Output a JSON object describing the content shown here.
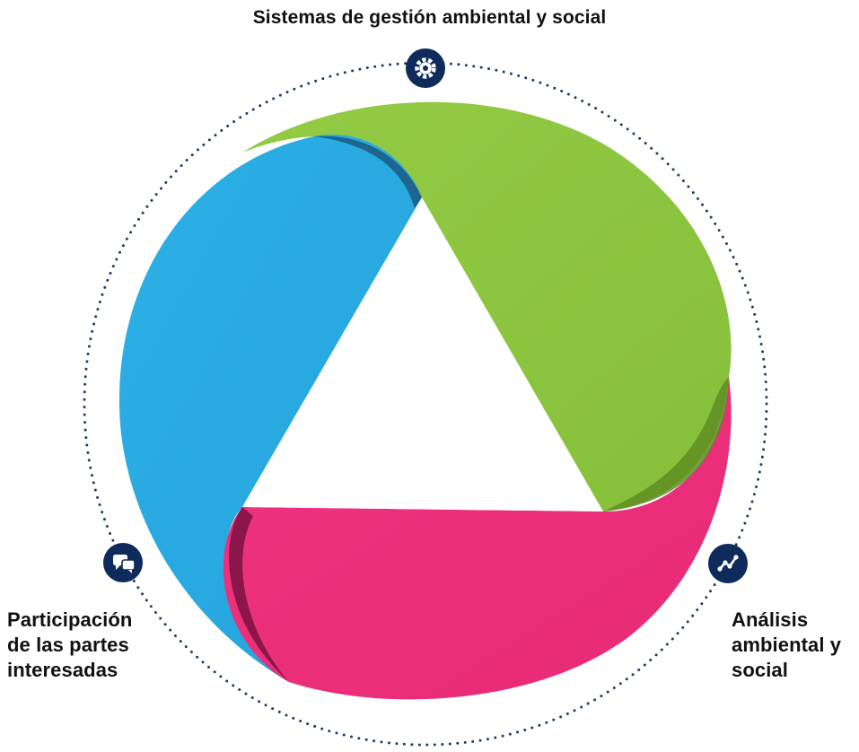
{
  "labels": {
    "top": "Sistemas de gestión ambiental y social",
    "left": [
      "Participación",
      "de las partes",
      "interesadas"
    ],
    "right": [
      "Análisis",
      "ambiental y",
      "social"
    ]
  },
  "icons": {
    "top": "gear-icon",
    "left": "chat-bubbles-icon",
    "right": "line-chart-icon"
  },
  "colors": {
    "green": "#8DC63F",
    "blue": "#29ABE2",
    "pink": "#EC2F7B",
    "icon_bg": "#0F2B5B",
    "dots": "#1F3A68"
  }
}
